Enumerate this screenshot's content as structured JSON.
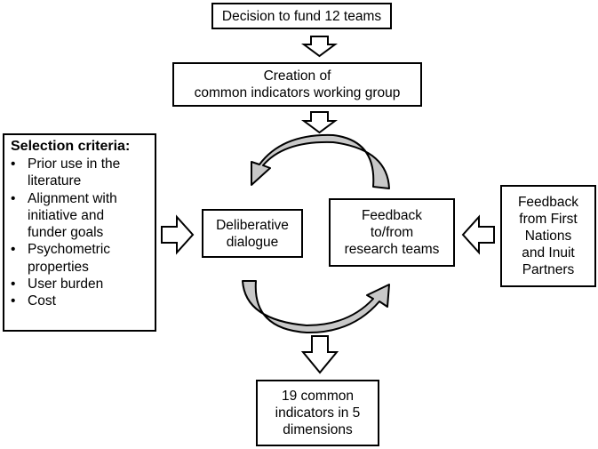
{
  "boxes": {
    "fund": {
      "lines": [
        "Decision to fund 12 teams"
      ]
    },
    "create": {
      "lines": [
        "Creation of",
        "common indicators working group"
      ]
    },
    "criteria": {
      "title": "Selection criteria:",
      "items": [
        {
          "lines": [
            "Prior use in the",
            "literature"
          ]
        },
        {
          "lines": [
            "Alignment with",
            "initiative and",
            "funder goals"
          ]
        },
        {
          "lines": [
            "Psychometric",
            "properties"
          ]
        },
        {
          "lines": [
            "User burden"
          ]
        },
        {
          "lines": [
            "Cost"
          ]
        }
      ]
    },
    "delib": {
      "lines": [
        "Deliberative",
        "dialogue"
      ]
    },
    "feedback": {
      "lines": [
        "Feedback",
        "to/from",
        "research teams"
      ]
    },
    "fnip": {
      "lines": [
        "Feedback",
        "from First",
        "Nations",
        "and Inuit",
        "Partners"
      ]
    },
    "result": {
      "lines": [
        "19 common",
        "indicators in 5",
        "dimensions"
      ]
    }
  },
  "colors": {
    "stroke": "#000000",
    "cycle_fill": "#c8c8c8",
    "arrow_fill": "#ffffff"
  }
}
